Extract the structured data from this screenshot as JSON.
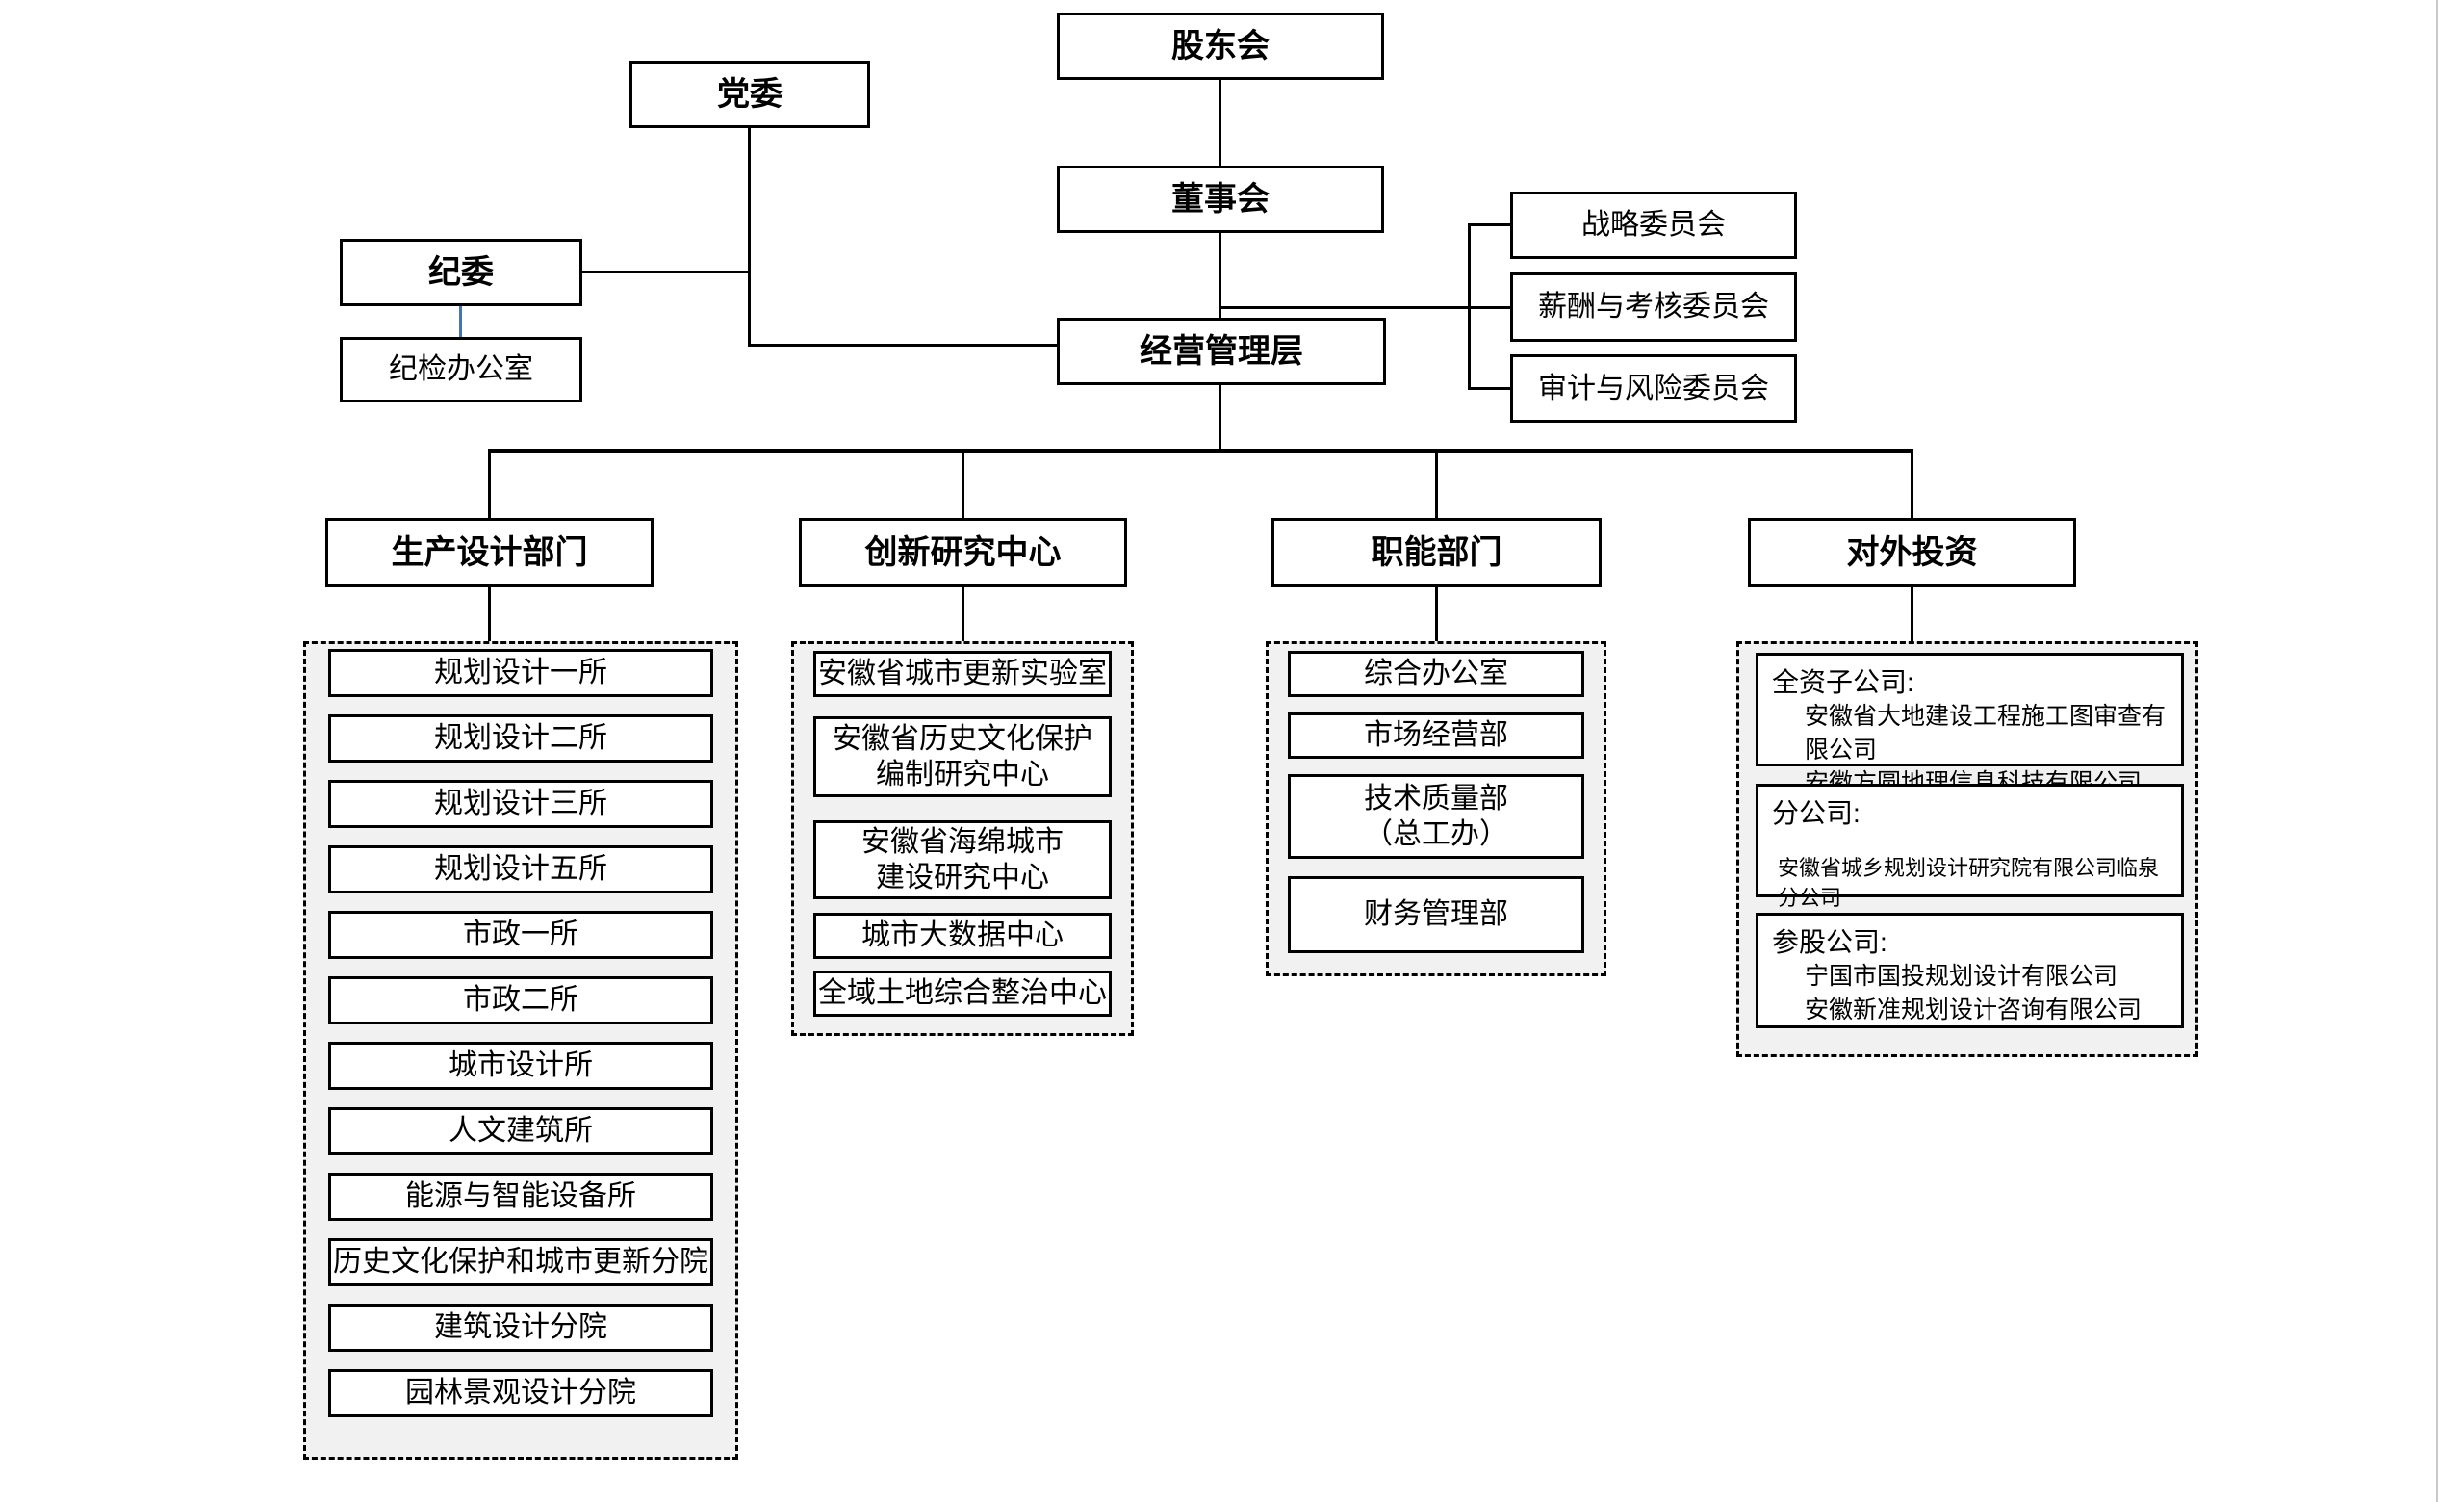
{
  "colors": {
    "line_black": "#000000",
    "connector_blue": "#4472C4",
    "container_fill": "#f1f1f1",
    "box_fill": "#ffffff",
    "text": "#000000"
  },
  "governance": {
    "shareholders": "股东会",
    "party_committee": "党委",
    "board": "董事会",
    "discipline_committee": "纪委",
    "discipline_office": "纪检办公室",
    "management": "经营管理层"
  },
  "board_committees": [
    "战略委员会",
    "薪酬与考核委员会",
    "审计与风险委员会"
  ],
  "branches": {
    "production": {
      "label": "生产设计部门",
      "items": [
        "规划设计一所",
        "规划设计二所",
        "规划设计三所",
        "规划设计五所",
        "市政一所",
        "市政二所",
        "城市设计所",
        "人文建筑所",
        "能源与智能设备所",
        "历史文化保护和城市更新分院",
        "建筑设计分院",
        "园林景观设计分院"
      ]
    },
    "innovation": {
      "label": "创新研究中心",
      "items": [
        "安徽省城市更新实验室",
        "安徽省历史文化保护\n编制研究中心",
        "安徽省海绵城市\n建设研究中心",
        "城市大数据中心",
        "全域土地综合整治中心"
      ]
    },
    "functional": {
      "label": "职能部门",
      "items": [
        "综合办公室",
        "市场经营部",
        "技术质量部\n（总工办）",
        "财务管理部"
      ]
    },
    "investment": {
      "label": "对外投资",
      "groups": [
        {
          "heading": "全资子公司:",
          "companies": [
            "安徽省大地建设工程施工图审查有限公司",
            "安徽方圆地理信息科技有限公司"
          ]
        },
        {
          "heading": "分公司:",
          "companies": [
            "安徽省城乡规划设计研究院有限公司临泉分公司"
          ]
        },
        {
          "heading": "参股公司:",
          "companies": [
            "宁国市国投规划设计有限公司",
            "安徽新准规划设计咨询有限公司"
          ]
        }
      ]
    }
  }
}
